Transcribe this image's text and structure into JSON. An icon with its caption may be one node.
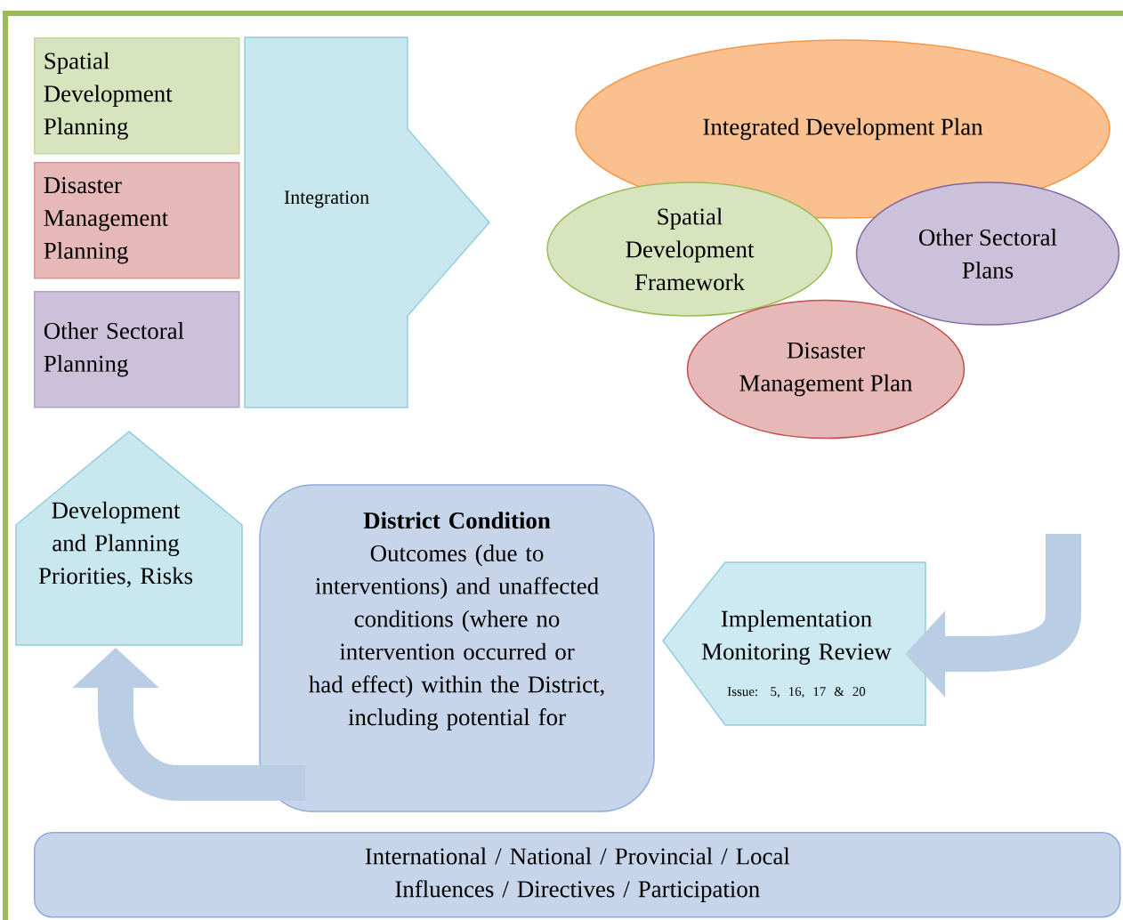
{
  "diagram": {
    "nodes": [
      {
        "text": [
          "Spatial Development Planning"
        ]
      },
      {
        "text": [
          "Disaster Management Planning"
        ]
      },
      {
        "text": [
          "Other Sectoral Planning"
        ]
      },
      {
        "text": [
          "Integration"
        ]
      },
      {
        "text": [
          "Integrated Development Plan"
        ]
      },
      {
        "text": [
          "Spatial Development Framework"
        ]
      },
      {
        "text": [
          "Other Sectoral Plans"
        ]
      },
      {
        "text": [
          "Disaster Management Plan"
        ]
      },
      {
        "text": [
          "Development and Planning Priorities, Risks"
        ]
      },
      {
        "text": [
          "District Condition",
          "Outcomes (due to interventions) and unaffected conditions (where no intervention occurred or had effect) within the District, including potential for"
        ]
      },
      {
        "text": [
          "Implementation Monitoring Review",
          "Issue: 5, 16, 17 & 20"
        ]
      },
      {
        "text": [
          "International / National / Provincial / Local Influences / Directives / Participation"
        ]
      }
    ],
    "edges": [
      {
        "from": null,
        "to": 10,
        "arrow": "to"
      },
      {
        "from": 9,
        "to": 8,
        "arrow": "to"
      }
    ]
  }
}
